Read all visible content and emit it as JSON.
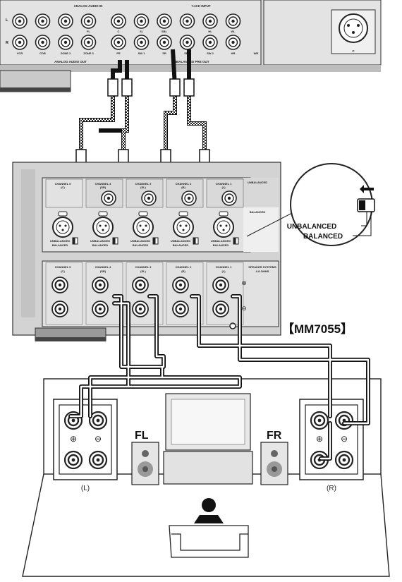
{
  "receiver": {
    "analog_audio_in_label": "ANALOG AUDIO IN",
    "input_71ch_label": "7.1CH INPUT",
    "analog_audio_out_label": "ANALOG AUDIO OUT",
    "preout_label": "UNBALANCED PRE OUT",
    "row_l": "L",
    "row_r": "R",
    "top_jacks": [
      "",
      "",
      "",
      "FL",
      "C",
      "SL",
      "SBL",
      "",
      "HL",
      "WL"
    ],
    "bottom_jacks": [
      "VCR",
      "CDR",
      "ZONE 2",
      "ZONE 3",
      "FR",
      "SW 1",
      "SR",
      "SBR",
      "SW 2",
      "HR",
      "WR"
    ],
    "xlr_label": "C"
  },
  "amplifier": {
    "model_label": "【MM7055】",
    "channels": [
      {
        "name": "CHANNEL 5",
        "sub": "(C)"
      },
      {
        "name": "CHANNEL 4",
        "sub": "(SR)"
      },
      {
        "name": "CHANNEL 3",
        "sub": "(SL)"
      },
      {
        "name": "CHANNEL 2",
        "sub": "(R)"
      },
      {
        "name": "CHANNEL 1",
        "sub": "(L)"
      }
    ],
    "unbalanced_label": "UNBALANCED",
    "balanced_label": "BALANCED",
    "switch_label_top": "UNBALANCED",
    "switch_label_bottom": "BALANCED",
    "speaker_systems_label": "SPEAKER SYSTEMS",
    "impedance_label": "4-8 OHMS",
    "plus_mark": "⊕",
    "minus_mark": "⊖"
  },
  "callout": {
    "unbalanced": "UNBALANCED",
    "balanced": "BALANCED"
  },
  "room": {
    "fl_label": "FL",
    "fr_label": "FR",
    "left_terminal_caption": "(L)",
    "right_terminal_caption": "(R)",
    "plus_mark": "⊕",
    "minus_mark": "⊖"
  },
  "colors": {
    "panel": "#d6d6d6",
    "panel_light": "#e8e8e8",
    "line": "#111111"
  }
}
